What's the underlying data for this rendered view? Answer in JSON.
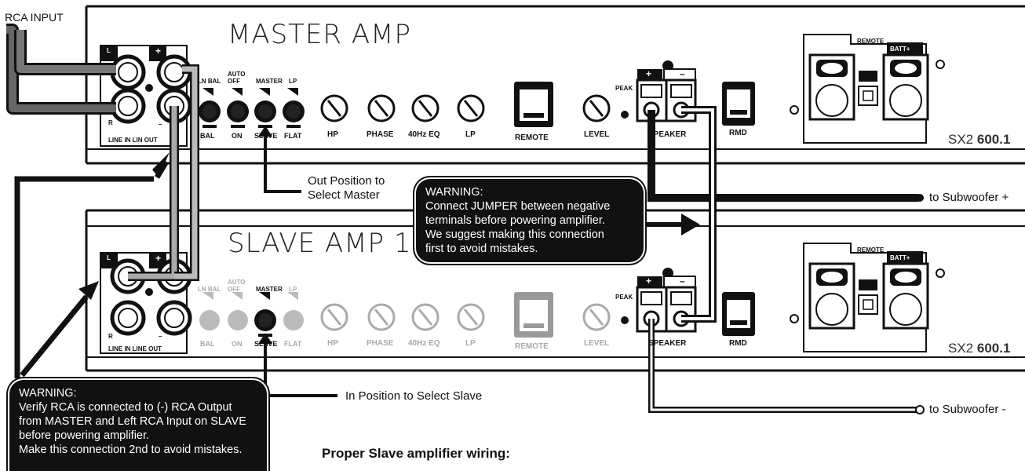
{
  "diagram": {
    "rca_input_label": "RCA INPUT",
    "master_amp": {
      "title": "MASTER AMP",
      "model_prefix": "SX2 ",
      "model_bold": "600.1",
      "rca_labels": {
        "L": "L",
        "R": "R",
        "plus": "+",
        "minus": "–",
        "bottom": "LINE IN LIN  OUT"
      },
      "switch_top_labels": [
        "LN BAL",
        "AUTO OFF",
        "MASTER",
        "LP"
      ],
      "switch_labels": [
        "BAL",
        "ON",
        "SLAVE",
        "FLAT"
      ],
      "knob_labels": [
        "HP",
        "PHASE",
        "40Hz EQ",
        "LP"
      ],
      "remote_label": "REMOTE",
      "level_label": "LEVEL",
      "peak_label": "PEAK",
      "speaker_label": "SPEAKER",
      "speaker_plus": "+",
      "speaker_minus": "–",
      "rmd_label": "RMD",
      "power_labels": {
        "remote": "REMOTE",
        "batt": "BATT+"
      }
    },
    "slave_amp": {
      "title": "SLAVE AMP 1",
      "model_prefix": "SX2 ",
      "model_bold": "600.1",
      "rca_labels": {
        "L": "L",
        "R": "R",
        "plus": "+",
        "minus": "–",
        "bottom": "LINE IN LINE OUT"
      },
      "switch_top_labels": [
        "LN BAL",
        "AUTO OFF",
        "MASTER",
        "LP"
      ],
      "switch_labels": [
        "BAL",
        "ON",
        "SLAVE",
        "FLAT"
      ],
      "knob_labels": [
        "HP",
        "PHASE",
        "40Hz EQ",
        "LP"
      ],
      "remote_label": "REMOTE",
      "level_label": "LEVEL",
      "peak_label": "PEAK",
      "speaker_label": "SPEAKER",
      "speaker_plus": "+",
      "speaker_minus": "–",
      "rmd_label": "RMD",
      "power_labels": {
        "remote": "REMOTE",
        "batt": "BATT+"
      }
    },
    "callouts": {
      "master_select_1": "Out Position to",
      "master_select_2": "Select Master",
      "slave_select": "In Position to Select Slave",
      "sub_plus": "to Subwoofer +",
      "sub_minus": "to Subwoofer -"
    },
    "warning_jumper": {
      "lines": [
        "WARNING:",
        "Connect JUMPER between negative",
        "terminals before powering amplifier.",
        "We suggest making this connection",
        "first to avoid mistakes."
      ]
    },
    "warning_rca": {
      "lines": [
        "WARNING:",
        "Verify RCA is connected to (-) RCA Output",
        "from MASTER and Left RCA Input on SLAVE",
        "before powering amplifier.",
        "Make this connection 2nd to avoid mistakes."
      ]
    },
    "heading": "Proper Slave amplifier wiring:"
  }
}
